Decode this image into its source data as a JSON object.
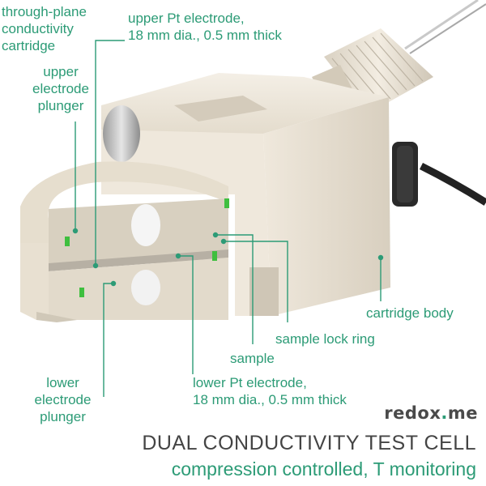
{
  "labels": {
    "cartridge": "through-plane\nconductivity\ncartridge",
    "upper_pt_electrode": "upper Pt electrode,\n18 mm dia., 0.5 mm thick",
    "upper_plunger": "upper\nelectrode\nplunger",
    "cartridge_body": "cartridge body",
    "sample_lock_ring": "sample lock ring",
    "sample": "sample",
    "lower_pt_electrode": "lower Pt electrode,\n18 mm dia., 0.5 mm thick",
    "lower_plunger": "lower\nelectrode\nplunger"
  },
  "brand": {
    "name_part1": "redox",
    "dot": ".",
    "name_part2": "me"
  },
  "title": "DUAL CONDUCTIVITY TEST CELL",
  "subtitle": "compression controlled, T monitoring",
  "colors": {
    "accent": "#2c9b76",
    "body": "#e9e1d3",
    "body_shadow": "#cfc6b6",
    "seal_green": "#3fbf3f",
    "text_dark": "#444444"
  }
}
